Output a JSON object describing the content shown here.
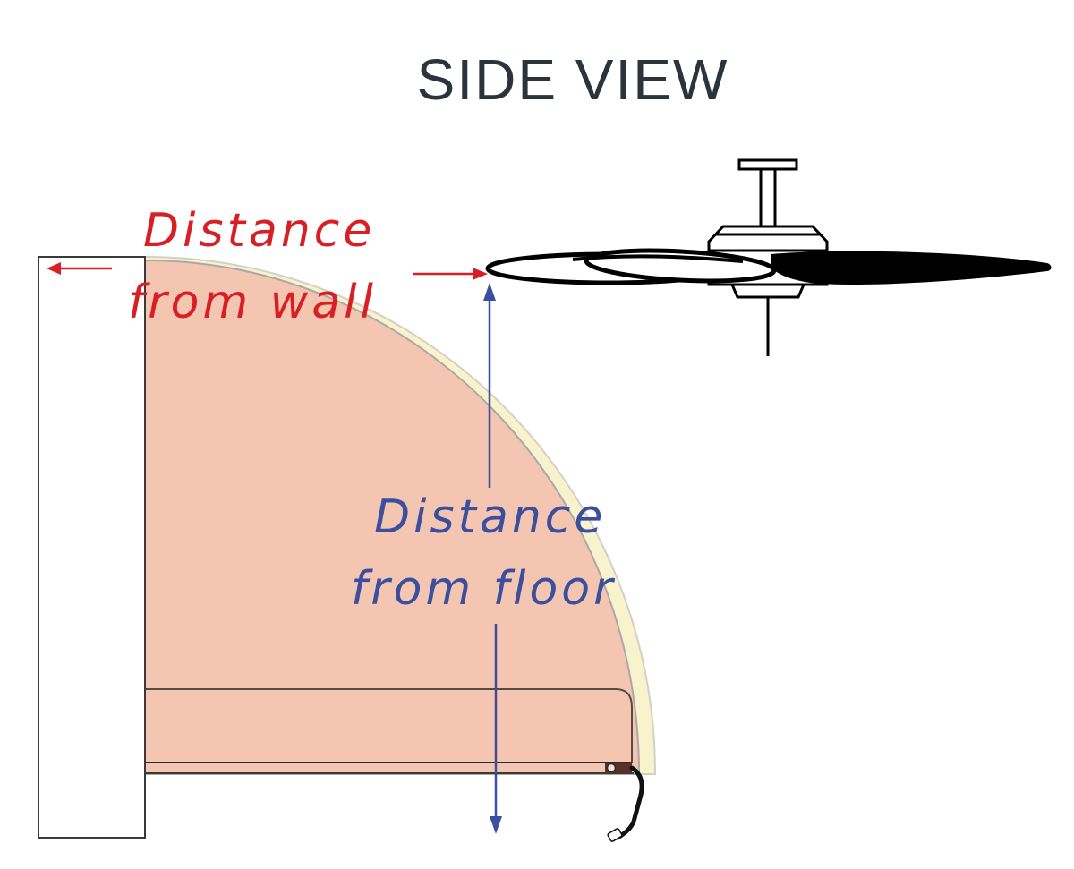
{
  "title": "SIDE VIEW",
  "wall_label": {
    "line1": "Distance",
    "line2": "from wall"
  },
  "floor_label": {
    "line1": "Distance",
    "line2": "from floor"
  },
  "colors": {
    "title": "#2b333b",
    "wall_label": "#d81f26",
    "floor_label": "#3a4f9e",
    "swing_fill": "#f4c6b1",
    "swing_edge": "#f8f2cd",
    "fan": "#000000"
  }
}
